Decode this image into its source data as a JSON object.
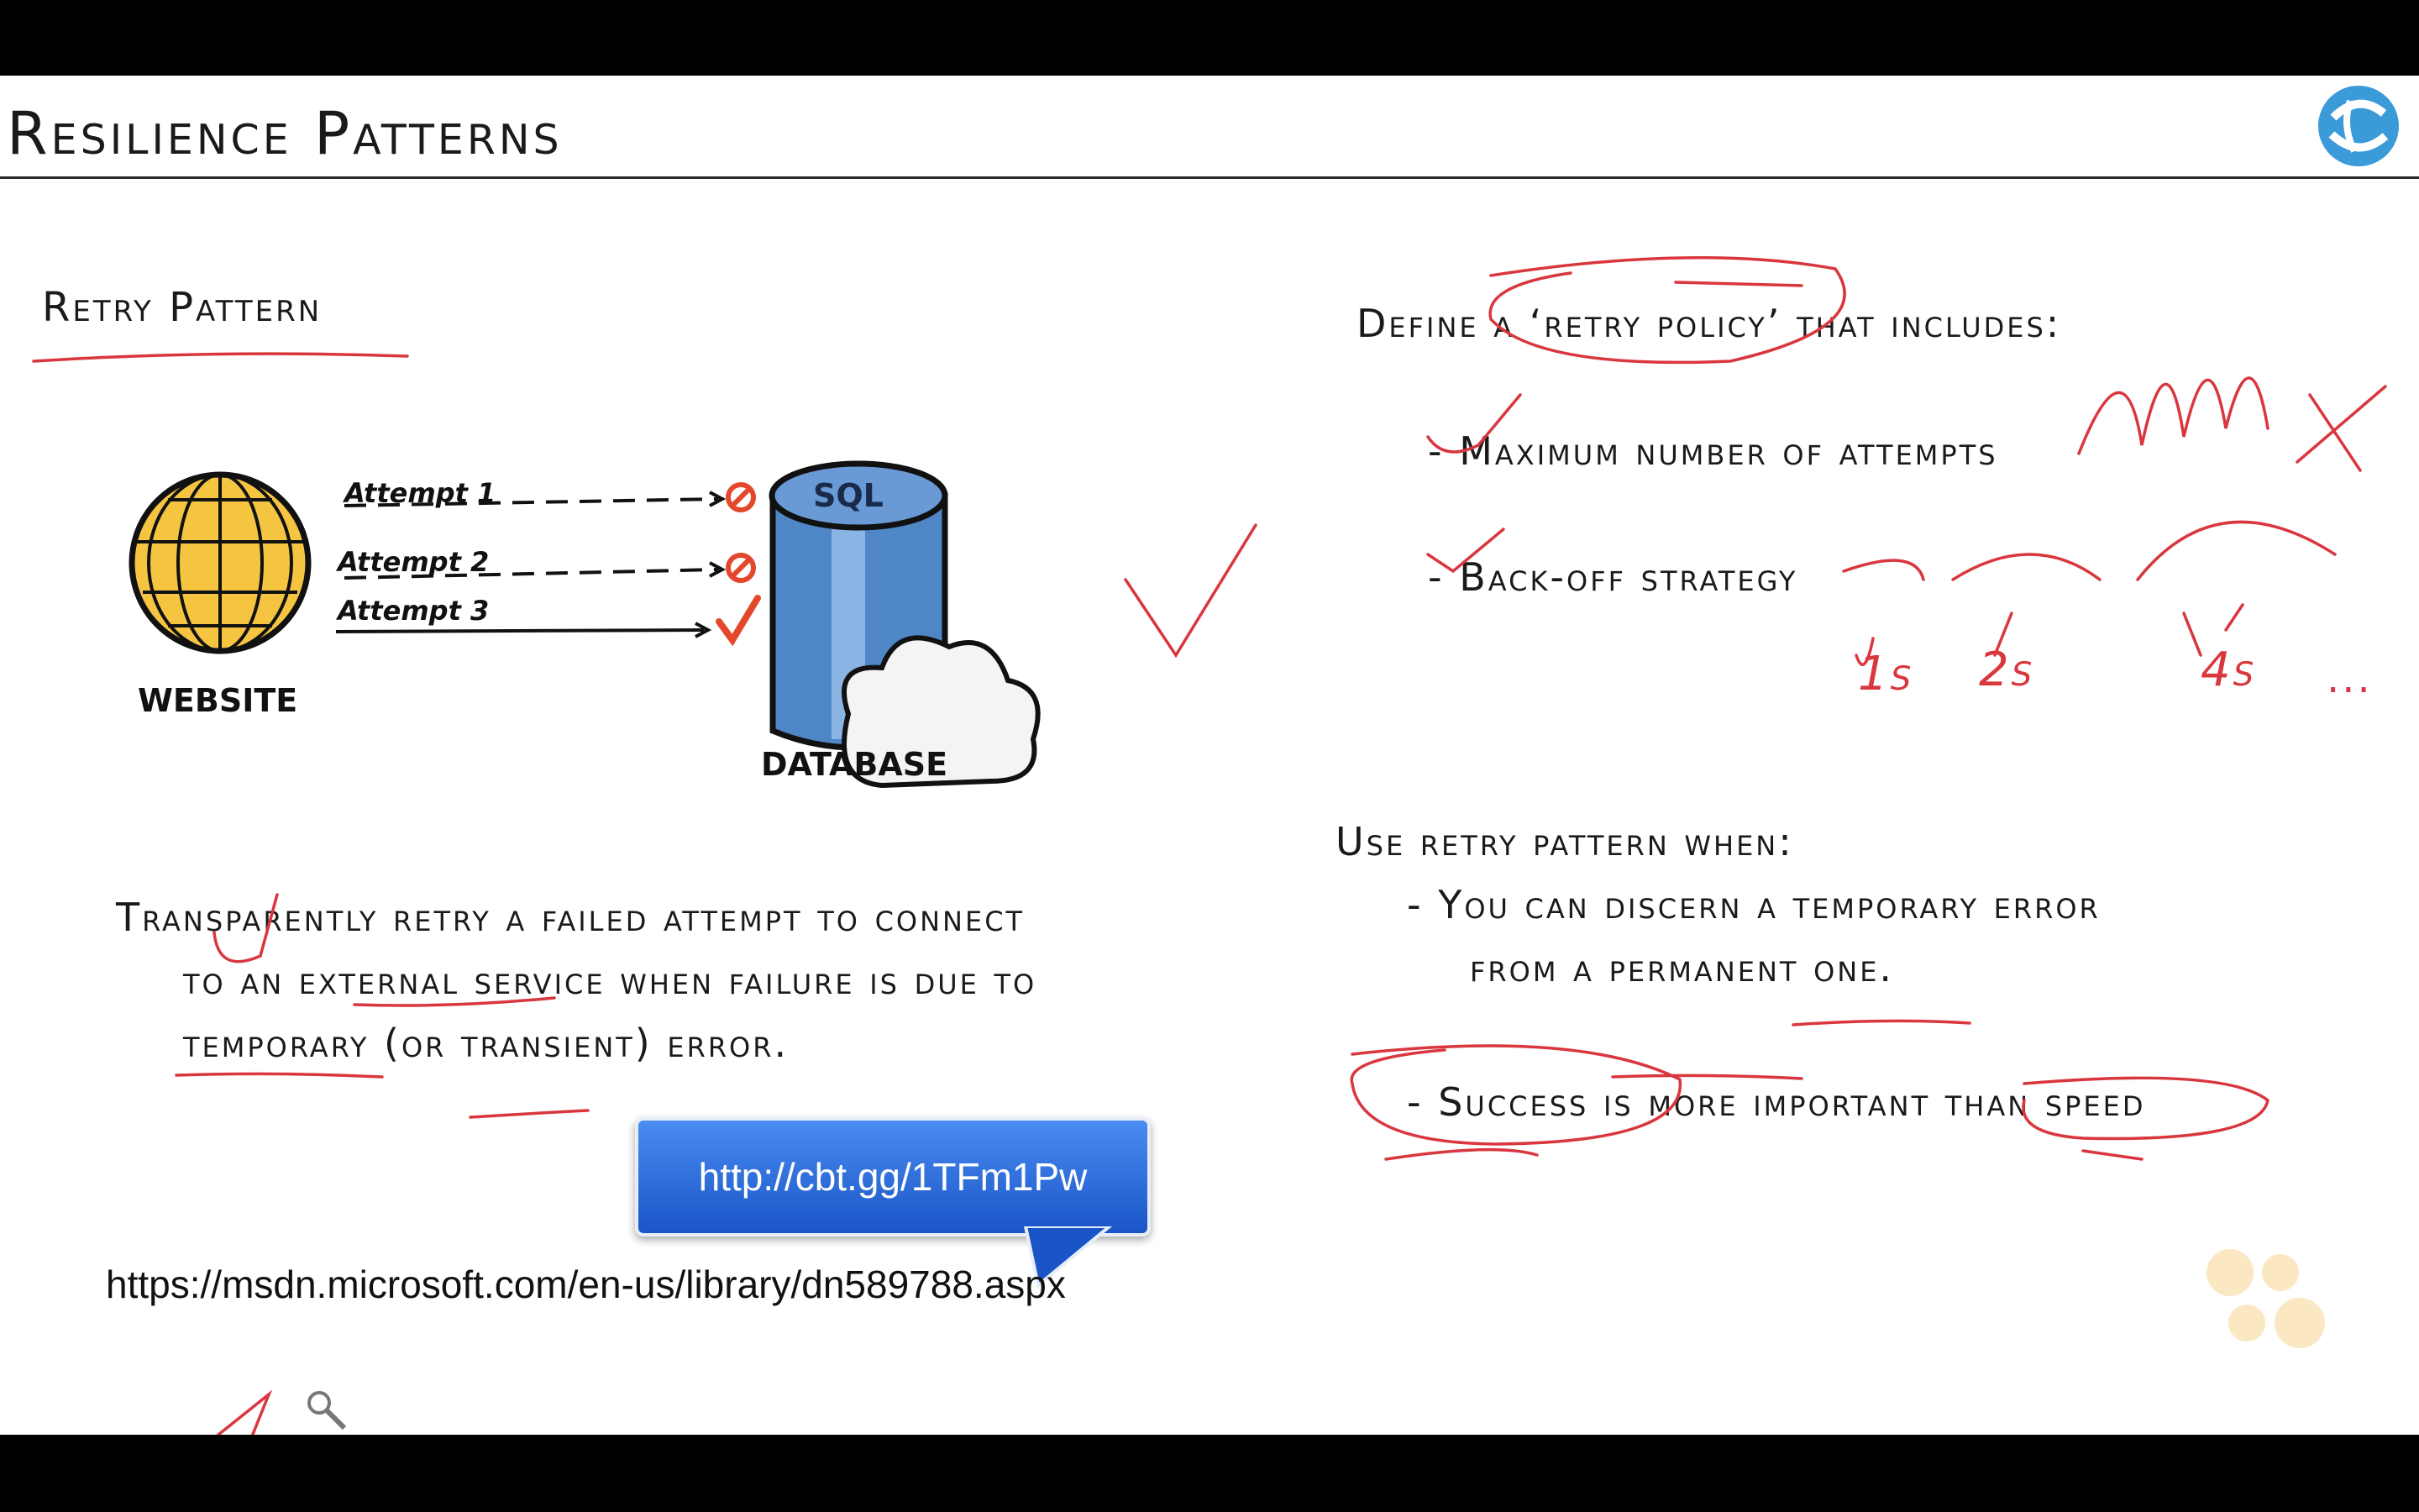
{
  "slide": {
    "title": "Resilience Patterns",
    "section_title": "Retry Pattern"
  },
  "diagram": {
    "website_label": "WEBSITE",
    "database_label": "DATABASE",
    "db_tag": "SQL",
    "attempts": [
      "Attempt 1",
      "Attempt 2",
      "Attempt 3"
    ]
  },
  "description": {
    "line1": "Transparently retry a failed attempt to connect",
    "line2": "to an external service when failure is due to",
    "line3": "temporary (or transient) error."
  },
  "policy": {
    "heading": "Define a ‘retry policy’ that includes:",
    "items": [
      "- Maximum number of attempts",
      "- Back-off strategy"
    ]
  },
  "when": {
    "heading": "Use retry pattern when:",
    "items": [
      "- You can discern a temporary error",
      "from a permanent one.",
      "- Success is more important than speed"
    ]
  },
  "annotations": {
    "backoff": [
      "1s",
      "2s",
      "4s",
      "..."
    ]
  },
  "links": {
    "short_url": "http://cbt.gg/1TFm1Pw",
    "msdn_url": "https://msdn.microsoft.com/en-us/library/dn589788.aspx"
  },
  "colors": {
    "ink_red": "#d9363e",
    "globe_yellow": "#f5c542",
    "db_blue": "#4f86c6",
    "link_blue": "#2c6fe0"
  }
}
